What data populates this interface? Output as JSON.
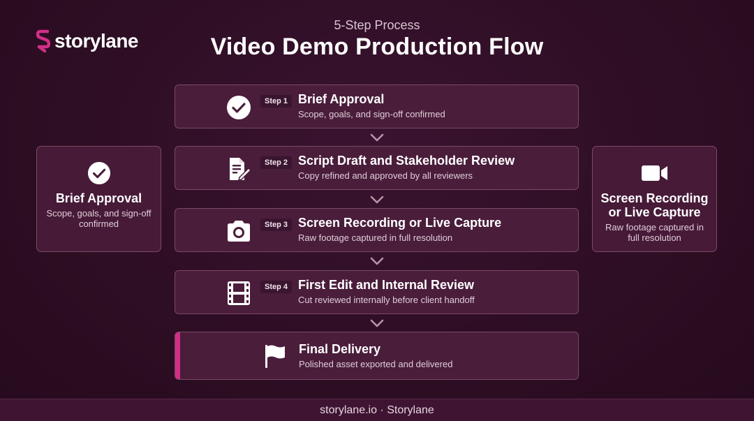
{
  "brand": {
    "logo_text": "storylane",
    "accent_color": "#d02f86"
  },
  "header": {
    "subtitle": "5-Step Process",
    "title": "Video Demo Production Flow"
  },
  "steps": [
    {
      "badge": "Step 1",
      "title": "Brief Approval",
      "desc": "Scope, goals, and sign-off confirmed",
      "icon": "check-circle-icon"
    },
    {
      "badge": "Step 2",
      "title": "Script Draft and Stakeholder Review",
      "desc": "Copy refined and approved by all reviewers",
      "icon": "document-edit-icon"
    },
    {
      "badge": "Step 3",
      "title": "Screen Recording or Live Capture",
      "desc": "Raw footage captured in full resolution",
      "icon": "camera-icon"
    },
    {
      "badge": "Step 4",
      "title": "First Edit and Internal Review",
      "desc": "Cut reviewed internally before client handoff",
      "icon": "film-strip-icon"
    },
    {
      "badge": "",
      "title": "Final Delivery",
      "desc": "Polished asset exported and delivered",
      "icon": "flag-icon"
    }
  ],
  "side_left": {
    "title": "Brief Approval",
    "desc": "Scope, goals, and sign-off confirmed",
    "icon": "check-circle-icon"
  },
  "side_right": {
    "title": "Screen Recording or Live Capture",
    "desc": "Raw footage captured in full resolution",
    "icon": "video-camera-icon"
  },
  "footer": {
    "text": "storylane.io · Storylane"
  }
}
